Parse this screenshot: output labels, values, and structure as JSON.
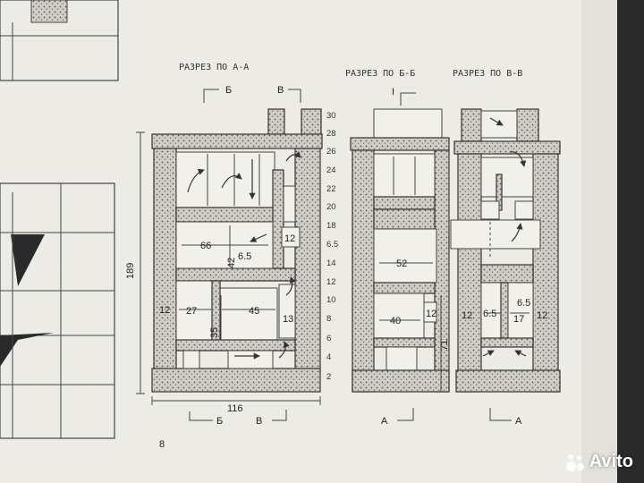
{
  "sections": {
    "aa_title": "РАЗРЕЗ ПО А-А",
    "bb_title": "РАЗРЕЗ ПО Б-Б",
    "vv_title": "РАЗРЕЗ ПО В-В"
  },
  "cut_marks": {
    "b_top": "Б",
    "v_top": "В",
    "i_top": "I",
    "b_bottom": "Б",
    "v_bottom": "В",
    "a_bottom_mid": "А",
    "a_bottom_right": "А"
  },
  "section_aa": {
    "height": "189",
    "width": "116",
    "upper_chamber": "66",
    "upper_small": "6.5",
    "upper_height": "42",
    "box_label": "12",
    "left_wall": "12",
    "firebox": "27",
    "ash_height": "35",
    "lower_chamber": "45",
    "right_wall": "13"
  },
  "row_numbers": [
    "30",
    "28",
    "26",
    "24",
    "22",
    "20",
    "18",
    "6.5",
    "14",
    "12",
    "10",
    "8",
    "6",
    "4",
    "2"
  ],
  "section_bb": {
    "upper": "52",
    "lower": "40",
    "right_wall": "12",
    "height": "71"
  },
  "section_vv": {
    "left_wall": "12",
    "inner_a": "6.5",
    "inner_b": "6.5",
    "chamber": "17",
    "right_wall": "12"
  },
  "page_mark": "8",
  "watermark": "Avito"
}
